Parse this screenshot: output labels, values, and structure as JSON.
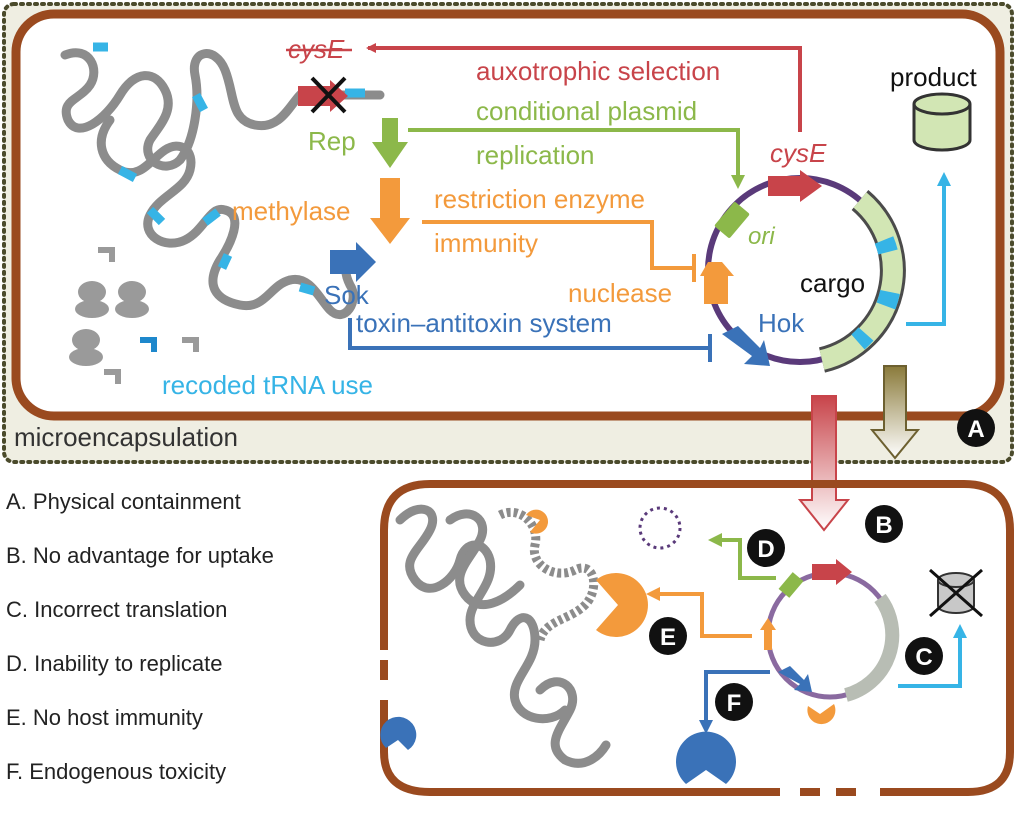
{
  "colors": {
    "membrane": "#9a4a1f",
    "chromosome": "#8c8c8c",
    "recoded": "#36b4e6",
    "auxotrophic": "#c8444a",
    "conditional": "#8cb84a",
    "restriction": "#f39a3c",
    "toxin": "#3a72b8",
    "capsule_fill": "#efeee2",
    "capsule_border": "#4b4b2c",
    "cargo_fill": "#d2e6b4",
    "plasmid_ring": "#5a3a7a",
    "badge": "#111111"
  },
  "top_cell": {
    "microencapsulation_label": "microencapsulation",
    "badge_label": "A",
    "labels": {
      "cysE_struck": "cysE",
      "auxotrophic_selection": "auxotrophic selection",
      "product": "product",
      "rep": "Rep",
      "conditional_plasmid": "conditional plasmid",
      "replication": "replication",
      "cysE": "cysE",
      "methylase": "methylase",
      "restriction_enzyme": "restriction enzyme",
      "immunity": "immunity",
      "ori": "ori",
      "cargo": "cargo",
      "sok": "Sok",
      "nuclease": "nuclease",
      "toxin_antitoxin": "toxin–antitoxin system",
      "hok": "Hok",
      "recoded_trna": "recoded tRNA use"
    }
  },
  "bottom_cell": {
    "badges": [
      "B",
      "D",
      "E",
      "C",
      "F"
    ]
  },
  "legend": [
    "A. Physical containment",
    "B. No advantage for uptake",
    "C. Incorrect translation",
    "D. Inability to replicate",
    "E. No host immunity",
    "F. Endogenous toxicity"
  ],
  "icons": [
    "product-cylinder-icon",
    "ribosome-icon",
    "trna-icon",
    "pacman-nuclease-icon",
    "cross-out-icon"
  ]
}
